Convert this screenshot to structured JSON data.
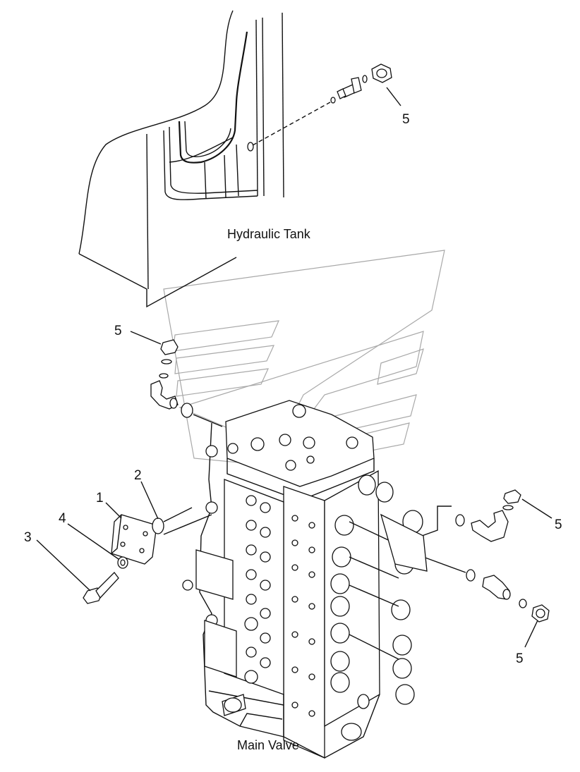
{
  "diagram": {
    "captions": {
      "tank": "Hydraulic Tank",
      "valve": "Main Valve"
    },
    "callouts": {
      "c1": "1",
      "c2": "2",
      "c3": "3",
      "c4": "4",
      "c5_top": "5",
      "c5_left": "5",
      "c5_right_upper": "5",
      "c5_right_lower": "5"
    }
  }
}
